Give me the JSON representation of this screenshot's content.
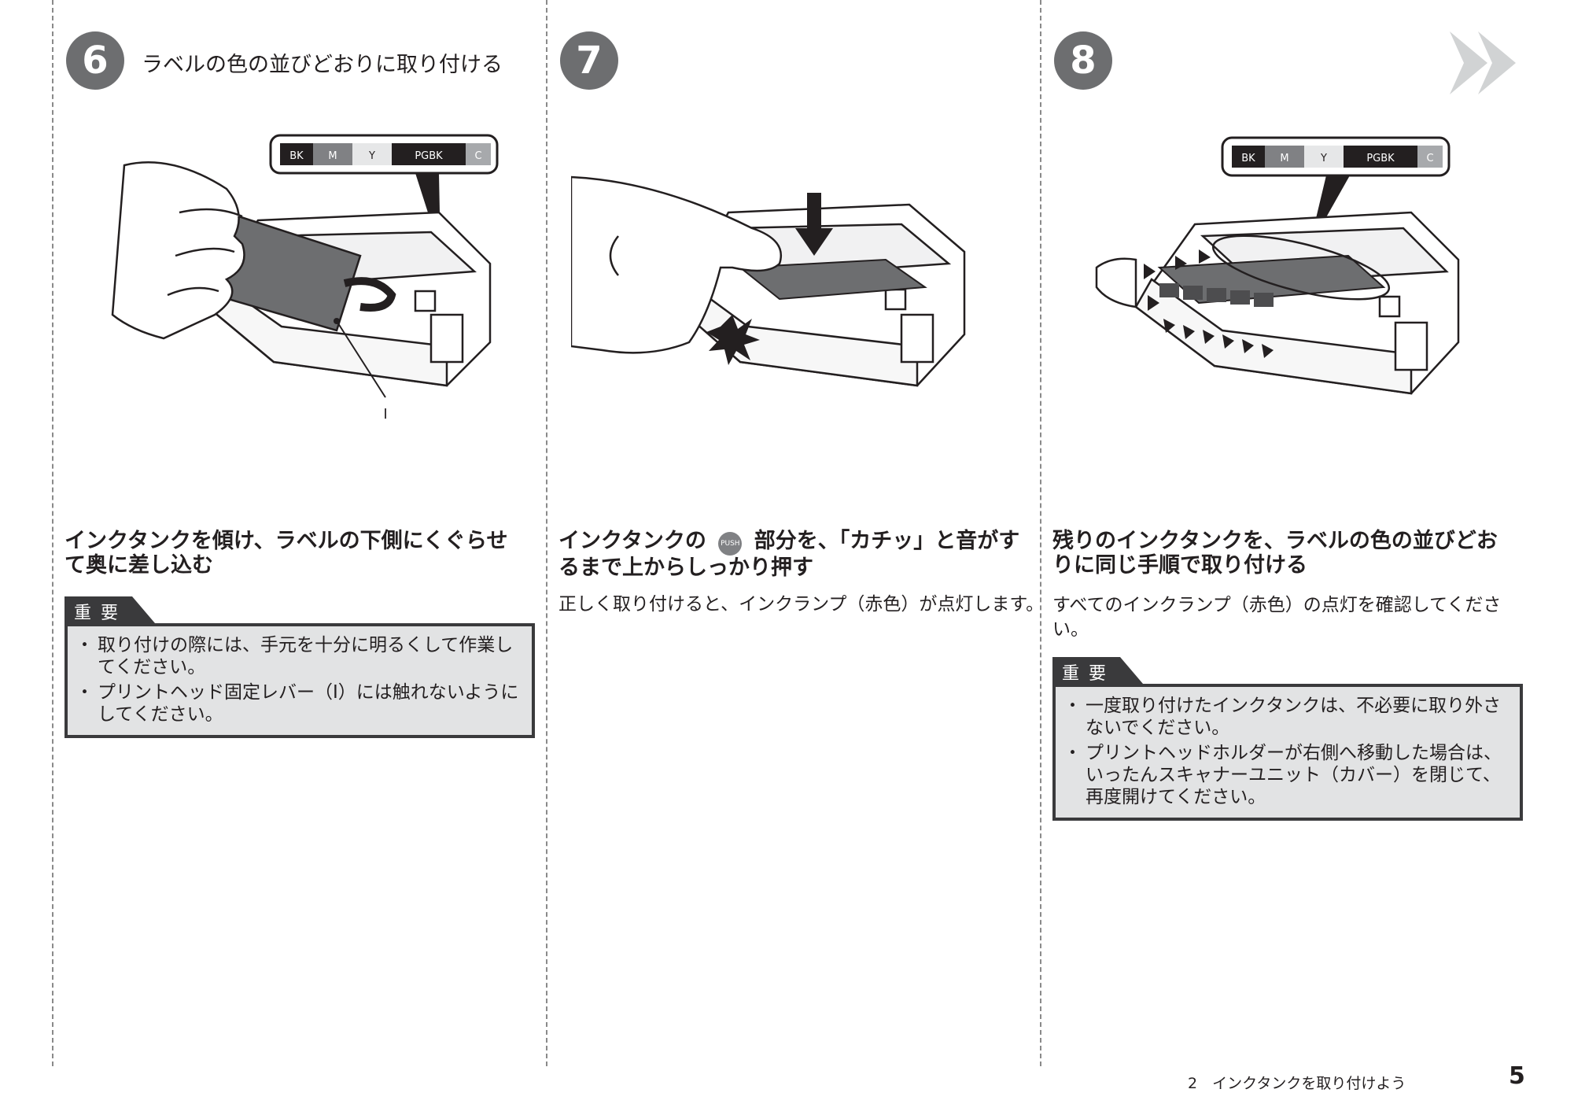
{
  "steps": [
    {
      "number": "6",
      "title": "ラベルの色の並びどおりに取り付ける",
      "heading": "インクタンクを傾け、ラベルの下側にくぐらせて奥に差し込む",
      "callout_label": "I",
      "important": {
        "label": "重要",
        "items": [
          "取り付けの際には、手元を十分に明るくして作業してください。",
          "プリントヘッド固定レバー（I）には触れないようにしてください。"
        ]
      }
    },
    {
      "number": "7",
      "title": "",
      "heading_before": "インクタンクの",
      "push_icon_text": "PUSH",
      "heading_after": "部分を、「カチッ」と音がするまで上からしっかり押す",
      "body": "正しく取り付けると、インクランプ（赤色）が点灯します。"
    },
    {
      "number": "8",
      "title": "",
      "heading": "残りのインクタンクを、ラベルの色の並びどおりに同じ手順で取り付ける",
      "body": "すべてのインクランプ（赤色）の点灯を確認してください。",
      "important": {
        "label": "重要",
        "items": [
          "一度取り付けたインクタンクは、不必要に取り外さないでください。",
          "プリントヘッドホルダーが右側へ移動した場合は、いったんスキャナーユニット（カバー）を閉じて、再度開けてください。"
        ]
      }
    }
  ],
  "ink_label": [
    "BK",
    "M",
    "Y",
    "PGBK",
    "C"
  ],
  "footer": {
    "section": "2　インクタンクを取り付けよう",
    "page_number": "5"
  }
}
